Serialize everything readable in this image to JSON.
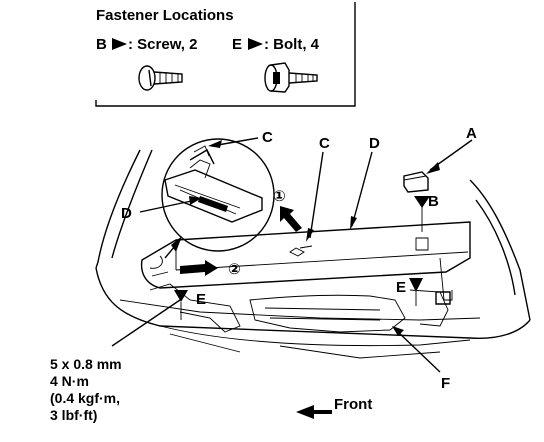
{
  "fastener_box": {
    "title": "Fastener Locations",
    "screw": {
      "letter": "B",
      "text": ": Screw, 2"
    },
    "bolt": {
      "letter": "E",
      "text": ": Bolt, 4"
    }
  },
  "callouts": {
    "A": "A",
    "B": "B",
    "C_detail": "C",
    "C_main": "C",
    "D_main": "D",
    "D_detail": "D",
    "E_left": "E",
    "E_right": "E",
    "F": "F"
  },
  "steps": {
    "one": "①",
    "two": "②"
  },
  "torque_spec": [
    "5 x 0.8 mm",
    "4 N·m",
    "(0.4 kgf·m,",
    "3 lbf·ft)"
  ],
  "direction": {
    "label": "Front"
  }
}
